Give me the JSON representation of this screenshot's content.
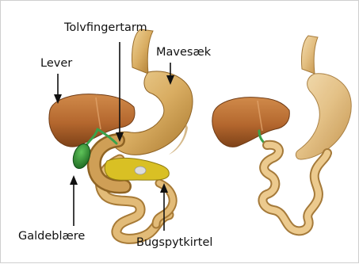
{
  "labels": {
    "duodenum": "Tolvfingertarm",
    "liver": "Lever",
    "stomach": "Mavesæk",
    "gallbladder": "Galdeblære",
    "pancreas": "Bugspytkirtel"
  },
  "colors": {
    "liver": "#b4672e",
    "liver_dark": "#8a4a1e",
    "stomach": "#c89a52",
    "stomach_light": "#e7c98e",
    "intestine": "#d8ad66",
    "pancreas": "#d8bf22",
    "gallbladder": "#2e8a2e",
    "bile_duct": "#3aa24a",
    "arrow": "#111111"
  }
}
